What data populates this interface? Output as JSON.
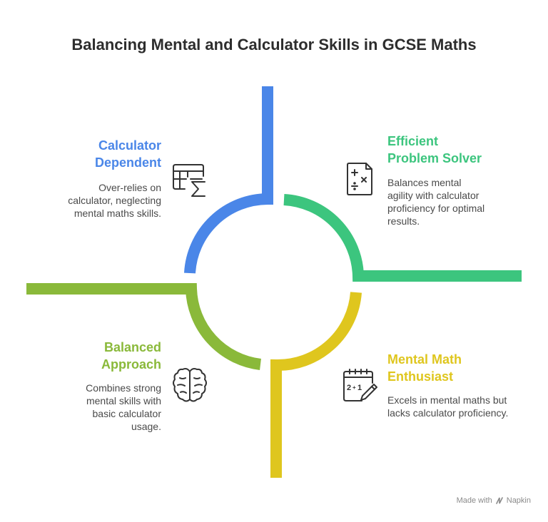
{
  "title": "Balancing Mental and Calculator Skills in GCSE Maths",
  "colors": {
    "calculator_dependent": "#4a86e8",
    "efficient_problem_solver": "#3cc57e",
    "balanced_approach": "#8ab93a",
    "mental_math_enthusiast": "#dfc61e"
  },
  "quadrants": {
    "calculator_dependent": {
      "title": [
        "Calculator",
        "Dependent"
      ],
      "description": [
        "Over-relies on",
        "calculator, neglecting",
        "mental maths skills."
      ],
      "icon": "calculator-sigma-icon"
    },
    "efficient_problem_solver": {
      "title": [
        "Efficient",
        "Problem Solver"
      ],
      "description": [
        "Balances mental",
        "agility with calculator",
        "proficiency for optimal",
        "results."
      ],
      "icon": "math-operations-icon"
    },
    "balanced_approach": {
      "title": [
        "Balanced",
        "Approach"
      ],
      "description": [
        "Combines strong",
        "mental skills with",
        "basic calculator",
        "usage."
      ],
      "icon": "brain-icon"
    },
    "mental_math_enthusiast": {
      "title": [
        "Mental Math",
        "Enthusiast"
      ],
      "description": [
        "Excels in mental maths but",
        "lacks calculator proficiency."
      ],
      "icon": "calendar-pencil-icon"
    }
  },
  "footer": {
    "made_with": "Made with",
    "brand": "Napkin"
  }
}
